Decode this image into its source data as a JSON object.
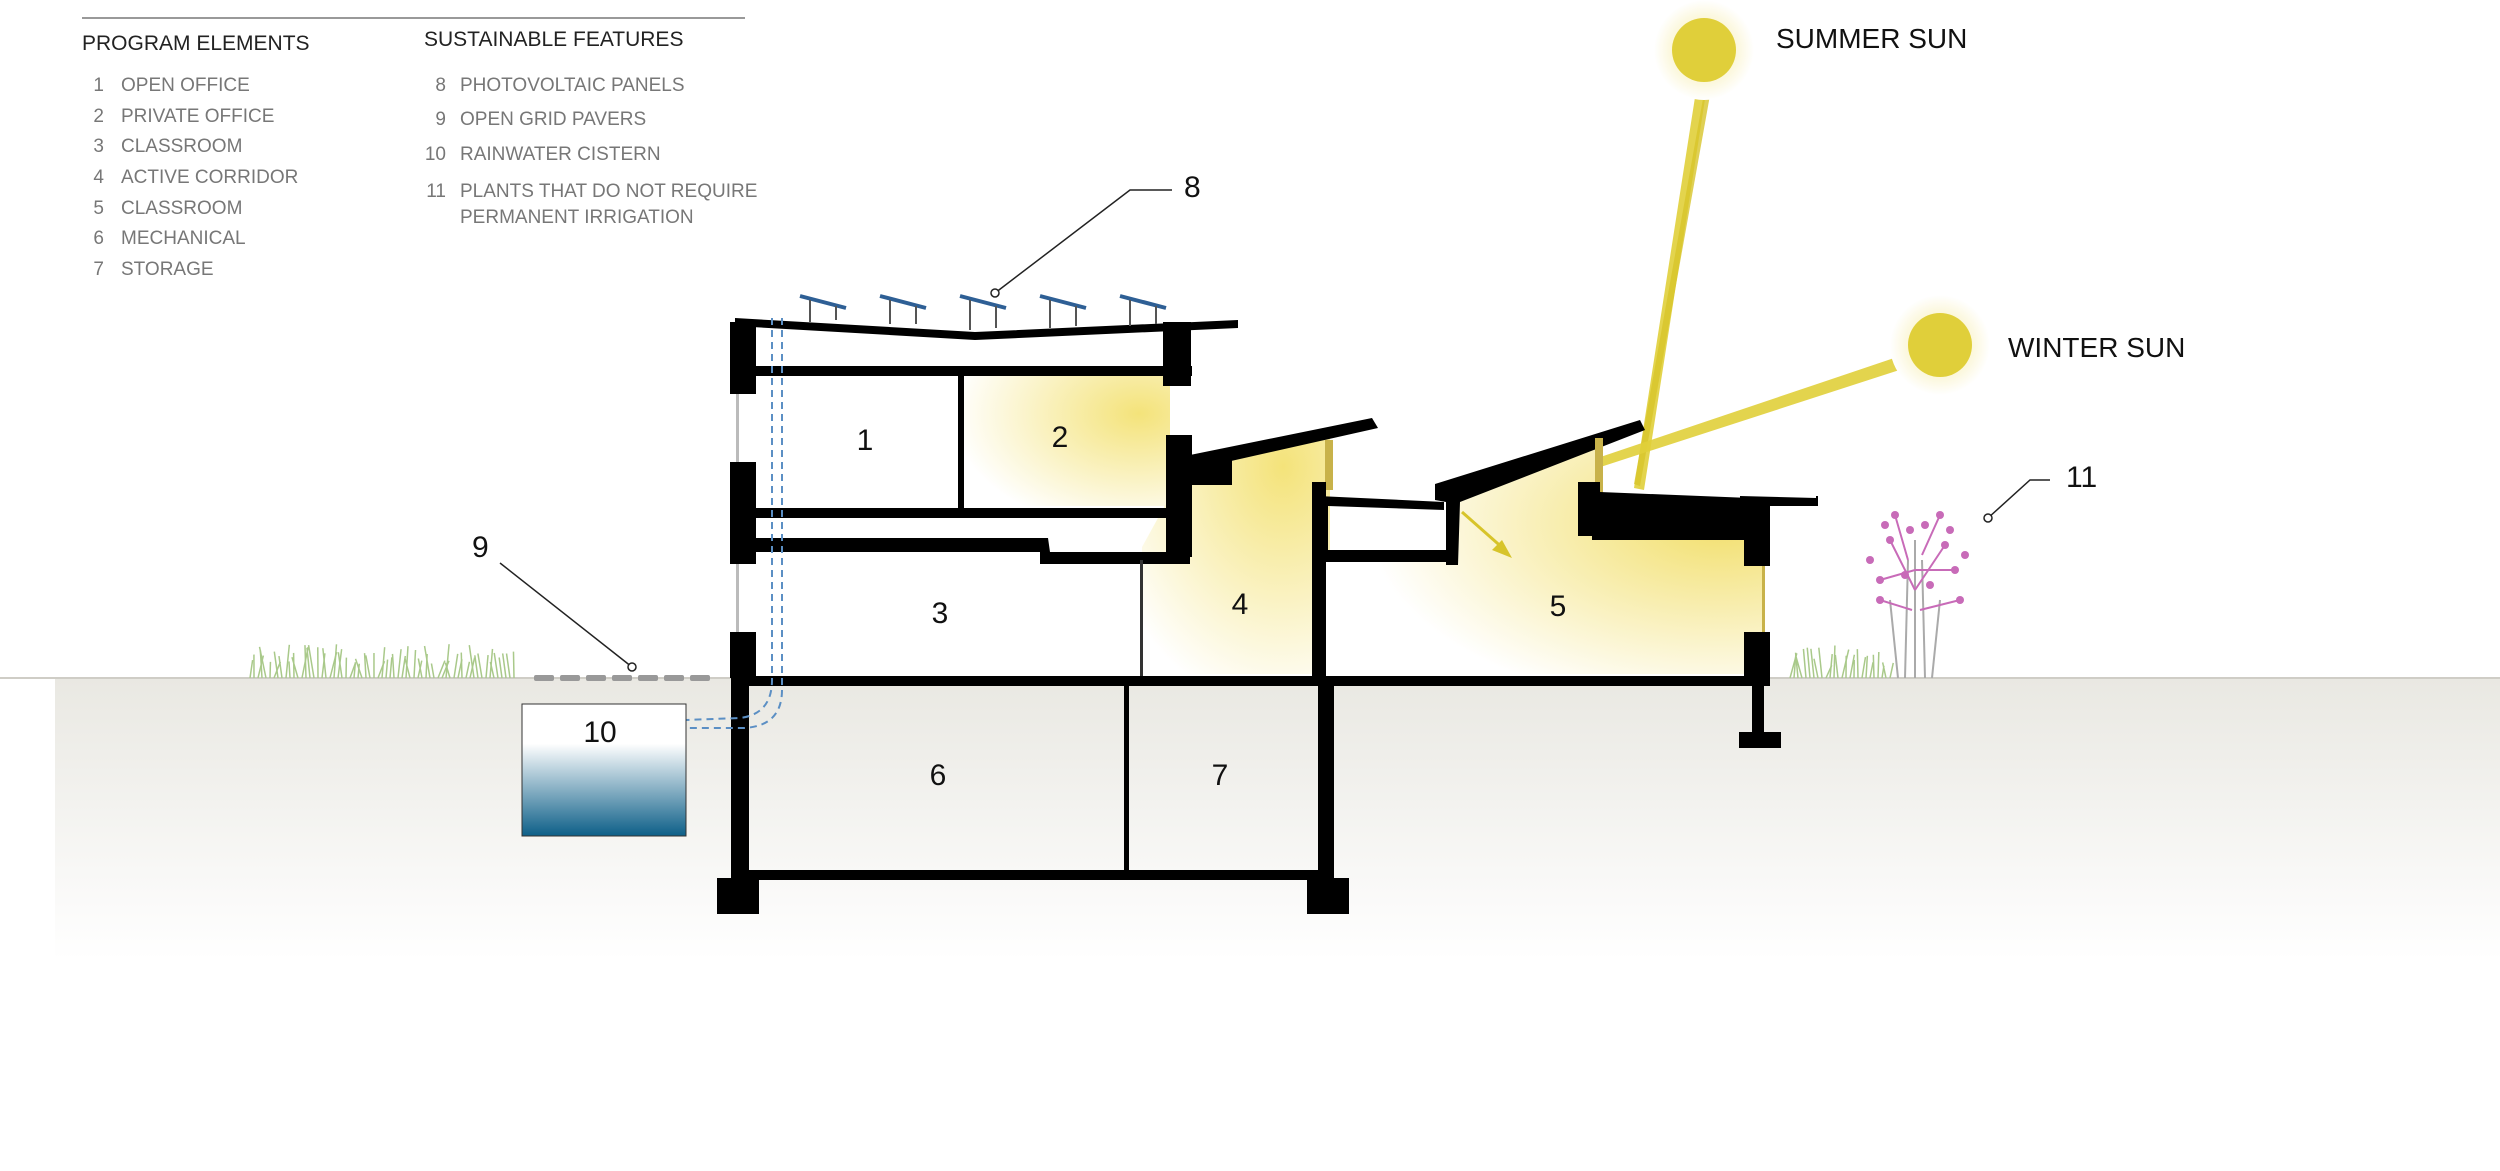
{
  "legend": {
    "program_heading": "PROGRAM ELEMENTS",
    "program_items": [
      {
        "num": "1",
        "label": "OPEN OFFICE"
      },
      {
        "num": "2",
        "label": "PRIVATE OFFICE"
      },
      {
        "num": "3",
        "label": "CLASSROOM"
      },
      {
        "num": "4",
        "label": "ACTIVE CORRIDOR"
      },
      {
        "num": "5",
        "label": "CLASSROOM"
      },
      {
        "num": "6",
        "label": "MECHANICAL"
      },
      {
        "num": "7",
        "label": "STORAGE"
      }
    ],
    "sustainable_heading": "SUSTAINABLE FEATURES",
    "sustainable_items": [
      {
        "num": "8",
        "label": "PHOTOVOLTAIC PANELS"
      },
      {
        "num": "9",
        "label": "OPEN GRID PAVERS"
      },
      {
        "num": "10",
        "label": "RAINWATER CISTERN"
      },
      {
        "num": "11",
        "label": "PLANTS THAT DO NOT REQUIRE",
        "label_line2": "PERMANENT IRRIGATION"
      }
    ]
  },
  "rooms": [
    "1",
    "2",
    "3",
    "4",
    "5",
    "6",
    "7"
  ],
  "callouts": {
    "pv": "8",
    "pavers": "9",
    "cistern": "10",
    "plants": "11"
  },
  "sun": {
    "summer": "SUMMER SUN",
    "winter": "WINTER SUN"
  },
  "colors": {
    "structure": "#000000",
    "sun": "#e0cf3a",
    "sunlight": "#f5e98a",
    "water": "#1a6a92",
    "pipe": "#5b8fc4",
    "grass": "#a9c98a",
    "plant": "#c86bb8",
    "ground": "#eeede8"
  }
}
